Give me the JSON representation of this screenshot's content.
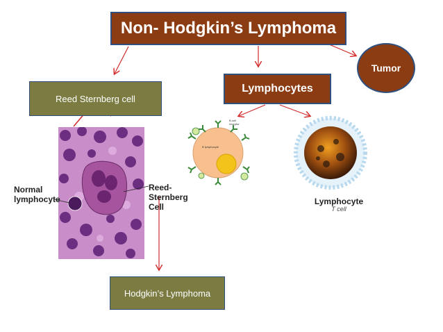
{
  "title": "Non- Hodgkin’s Lymphoma",
  "tumor": "Tumor",
  "lymphocytes": "Lymphocytes",
  "reed_sternberg_box": "Reed Sternberg cell",
  "hodgkins": "Hodgkin’s Lymphoma",
  "micrograph": {
    "normal_label": "Normal\nlymphocyte",
    "reed_label": "Reed-Sternberg\nCell"
  },
  "b_cell_diagram": {
    "receptor_label": "B-cell receptor",
    "cell_label": "B lymphocyte"
  },
  "t_cell_image": {
    "caption": "Lymphocyte",
    "subcaption": "T cell"
  },
  "colors": {
    "primary_box": "#8b3c12",
    "secondary_box": "#7b7b42",
    "border": "#2f4f7f",
    "arrow": "#d22a2a"
  }
}
